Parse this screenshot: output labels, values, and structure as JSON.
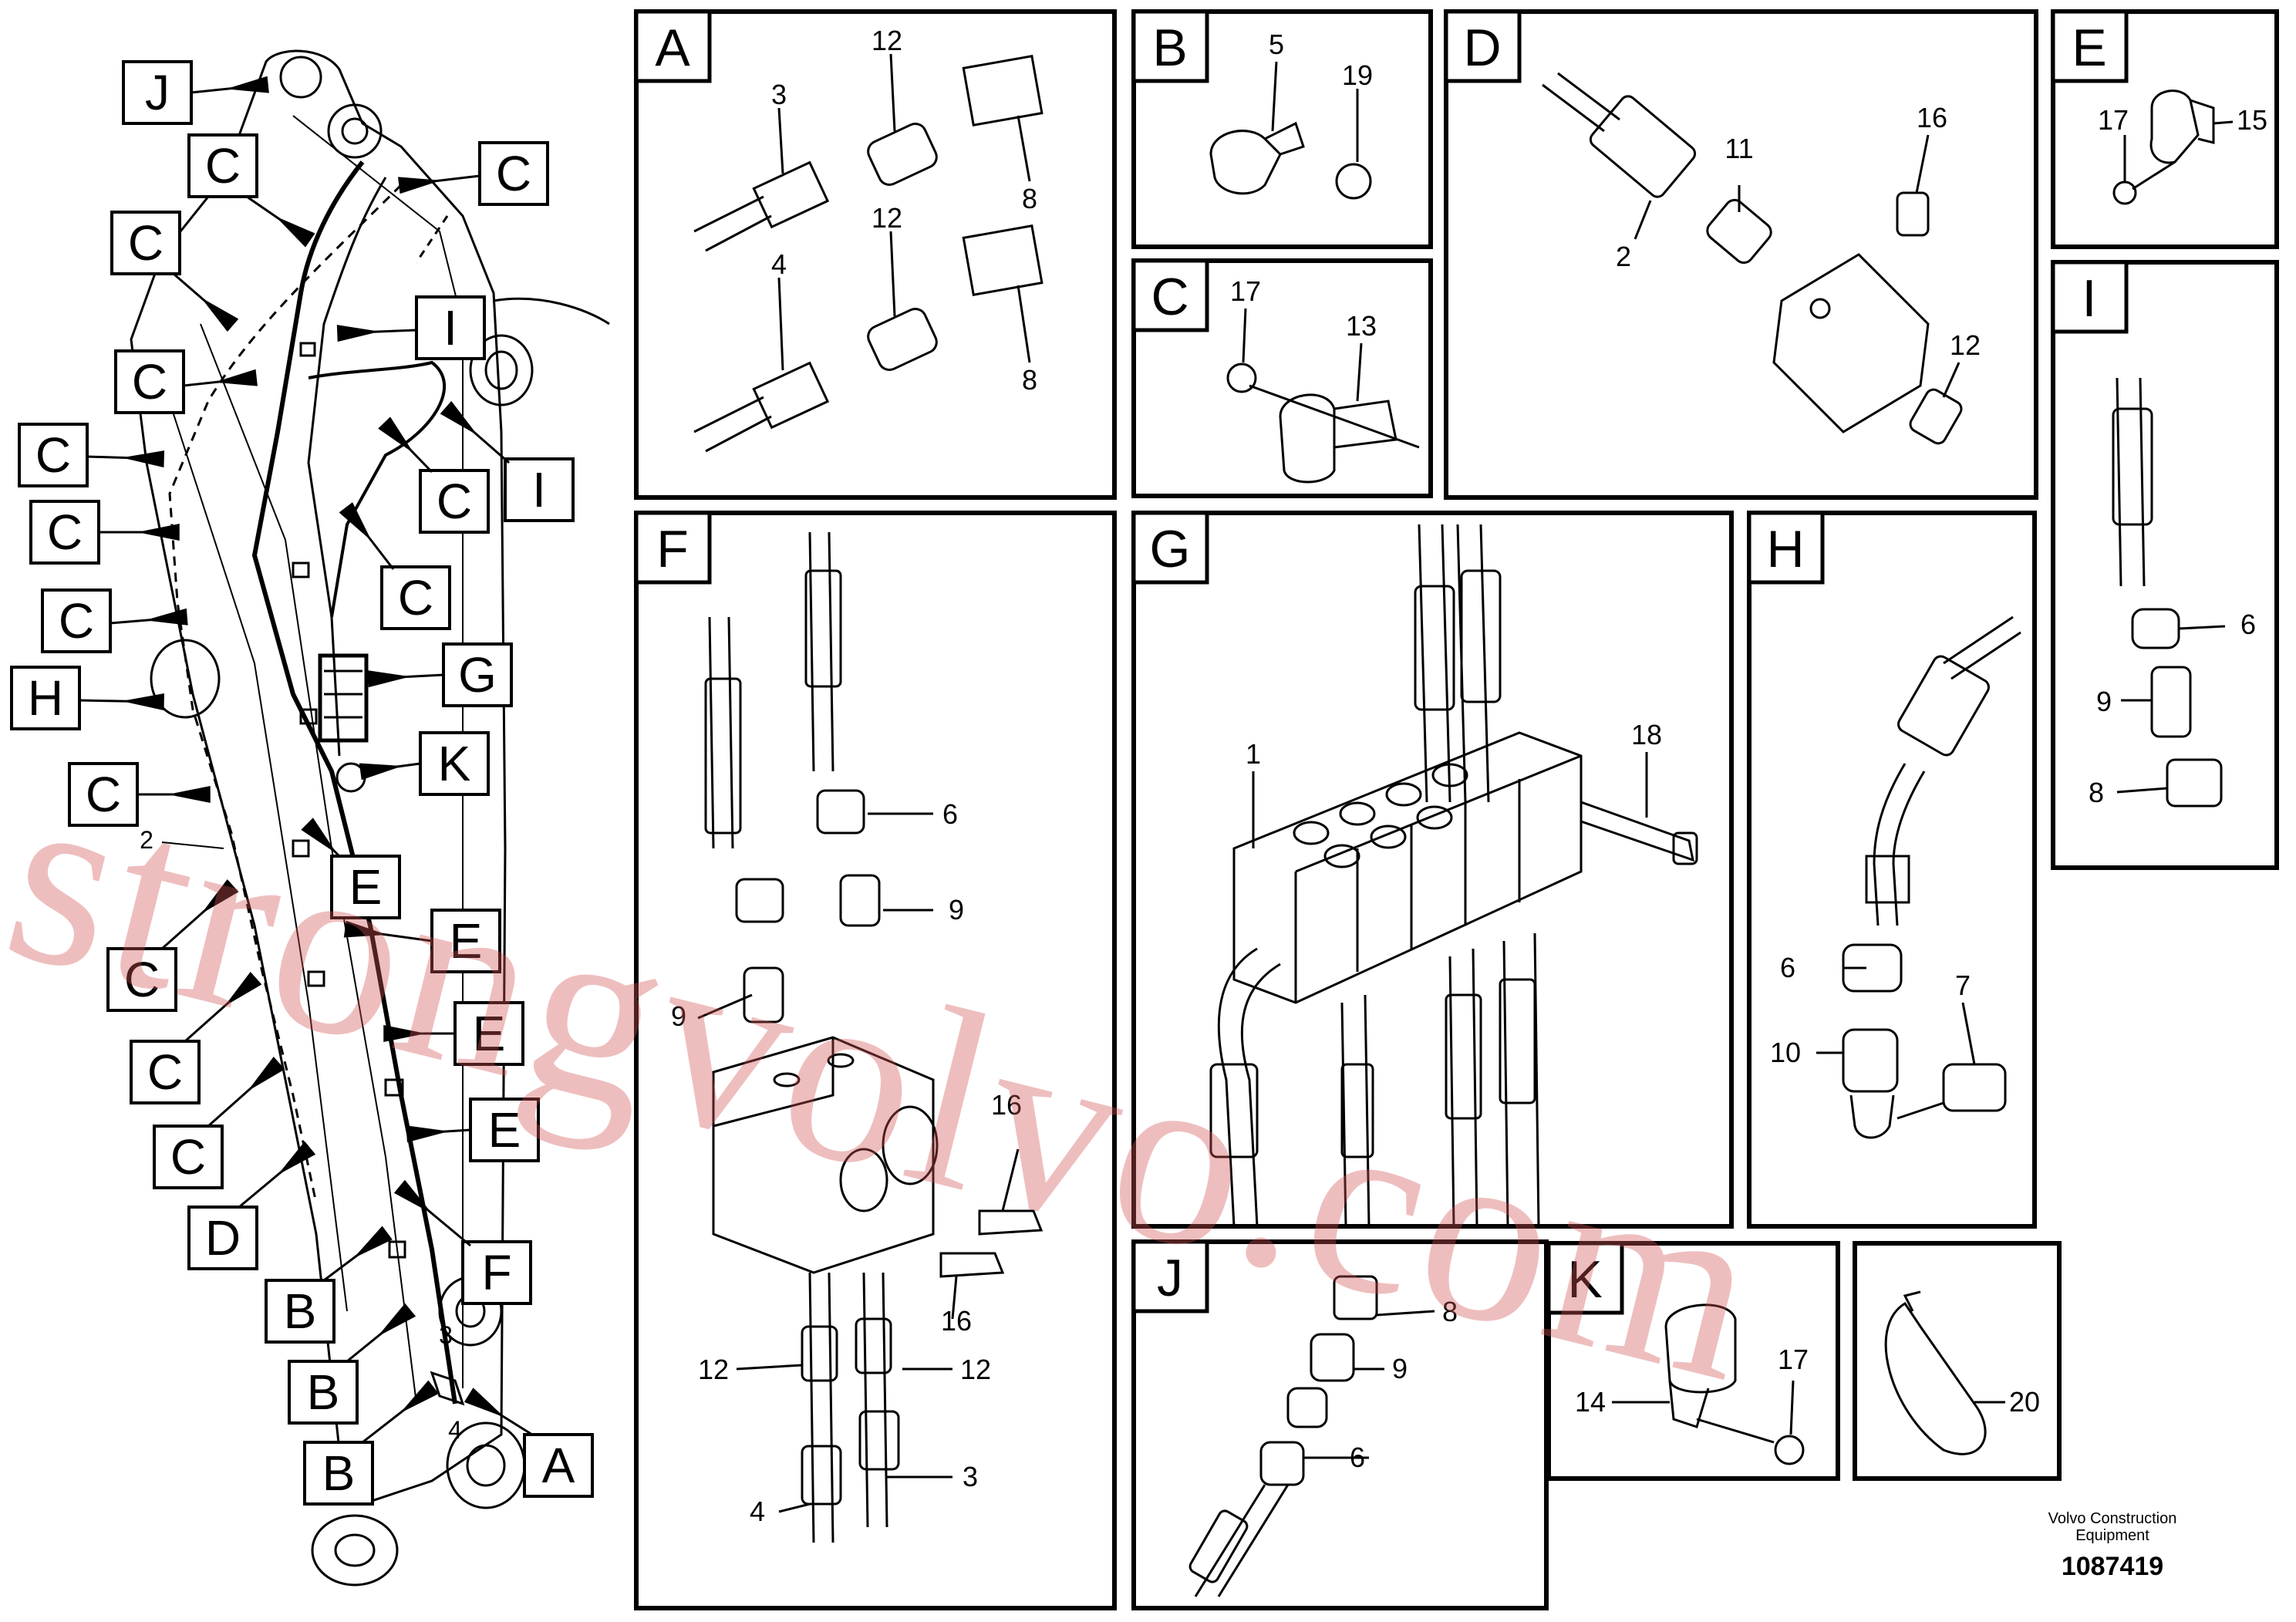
{
  "watermark": "strongvolvo.com",
  "credit": {
    "line1": "Volvo Construction",
    "line2": "Equipment"
  },
  "document_number": "1087419",
  "panels": {
    "A": {
      "letter": "A",
      "labels": [
        "3",
        "12",
        "8",
        "4",
        "12",
        "8"
      ]
    },
    "B": {
      "letter": "B",
      "labels": [
        "5",
        "19"
      ]
    },
    "C": {
      "letter": "C",
      "labels": [
        "17",
        "13"
      ]
    },
    "D": {
      "letter": "D",
      "labels": [
        "2",
        "11",
        "16",
        "12"
      ]
    },
    "E": {
      "letter": "E",
      "labels": [
        "17",
        "15"
      ]
    },
    "F": {
      "letter": "F",
      "labels": [
        "6",
        "9",
        "9",
        "16",
        "16",
        "12",
        "12",
        "4",
        "3"
      ]
    },
    "G": {
      "letter": "G",
      "labels": [
        "1",
        "18"
      ]
    },
    "H": {
      "letter": "H",
      "labels": [
        "6",
        "10",
        "7"
      ]
    },
    "I": {
      "letter": "I",
      "labels": [
        "6",
        "9",
        "8"
      ]
    },
    "J": {
      "letter": "J",
      "labels": [
        "8",
        "9",
        "6"
      ]
    },
    "K": {
      "letter": "K",
      "labels": [
        "17",
        "14"
      ]
    },
    "L": {
      "letter": "",
      "labels": [
        "20"
      ]
    }
  },
  "overview": {
    "callouts": [
      "J",
      "C",
      "C",
      "C",
      "I",
      "C",
      "I",
      "C",
      "C",
      "C",
      "C",
      "C",
      "H",
      "G",
      "K",
      "C",
      "E",
      "E",
      "E",
      "E",
      "C",
      "C",
      "C",
      "D",
      "F",
      "B",
      "B",
      "B",
      "A"
    ],
    "numbers": [
      "2",
      "3",
      "4"
    ]
  }
}
